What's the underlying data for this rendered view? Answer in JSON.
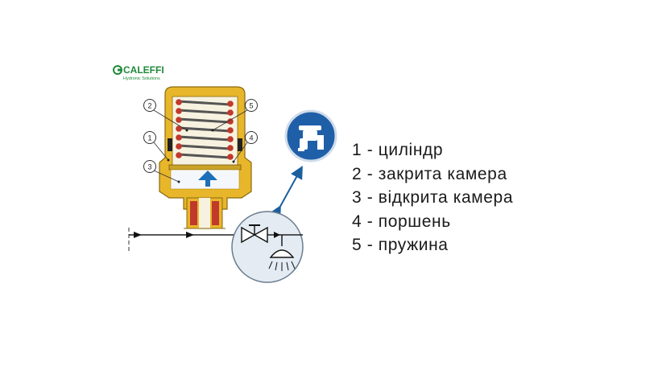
{
  "logo": {
    "name": "CALEFFI",
    "subtitle": "Hydronic Solutions"
  },
  "callouts": [
    {
      "number": "1"
    },
    {
      "number": "2"
    },
    {
      "number": "3"
    },
    {
      "number": "4"
    },
    {
      "number": "5"
    }
  ],
  "legend": [
    {
      "number": "1",
      "text": "1 - циліндр"
    },
    {
      "number": "2",
      "text": "2 - закрита камера"
    },
    {
      "number": "3",
      "text": "3 - відкрита камера"
    },
    {
      "number": "4",
      "text": "4 - поршень"
    },
    {
      "number": "5",
      "text": "5 - пружина"
    }
  ],
  "colors": {
    "brass": "#e8b62a",
    "brass_dark": "#b8860b",
    "spring": "#c0392b",
    "arrow_blue": "#1d6fb8",
    "faucet_circle": "#1f5fa8",
    "shower_circle": "#e4ebf2",
    "link_arrow": "#1a5f9e"
  },
  "icons": [
    "caleffi-logo-icon",
    "faucet-icon",
    "shower-icon",
    "valve-icon"
  ]
}
